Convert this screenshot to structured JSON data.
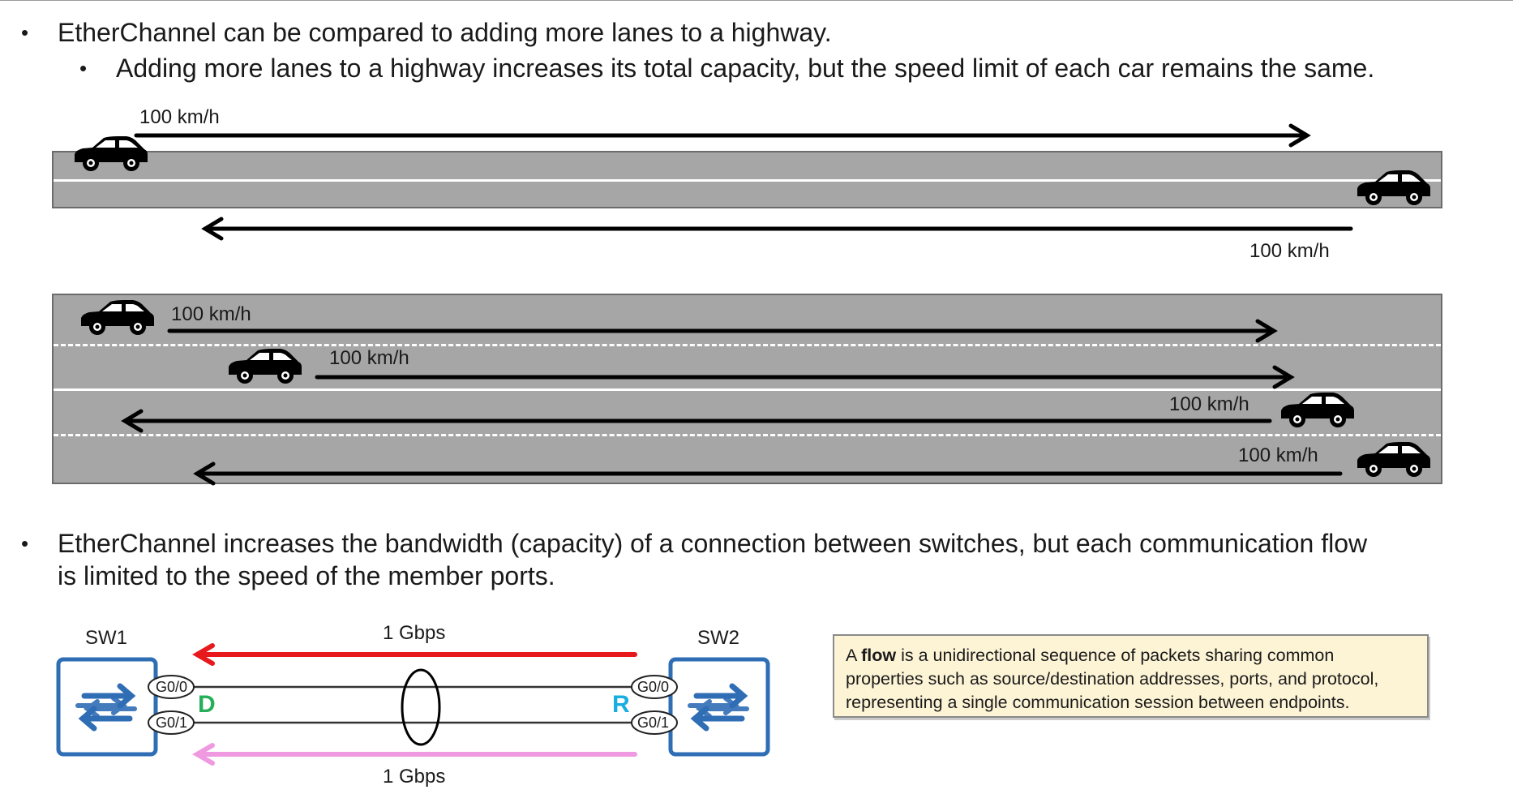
{
  "bullets": {
    "b1": "EtherChannel can be compared to adding more lanes to a highway.",
    "b1_sub": "Adding more lanes to a highway increases its total capacity, but the speed limit of each car remains the same.",
    "b2_line1": "EtherChannel increases the bandwidth (capacity) of a connection between switches, but each communication flow",
    "b2_line2": "is limited to the speed of the member ports."
  },
  "road1": {
    "speed_top": "100 km/h",
    "speed_bottom": "100 km/h"
  },
  "road2": {
    "lane1_speed": "100 km/h",
    "lane2_speed": "100 km/h",
    "lane3_speed": "100 km/h",
    "lane4_speed": "100 km/h"
  },
  "diagram": {
    "sw1_name": "SW1",
    "sw2_name": "SW2",
    "top_speed": "1 Gbps",
    "bottom_speed": "1 Gbps",
    "sw1_port_a": "G0/0",
    "sw1_port_b": "G0/1",
    "sw2_port_a": "G0/0",
    "sw2_port_b": "G0/1",
    "sw1_role": "D",
    "sw2_role": "R",
    "colors": {
      "top_arrow": "#e8191c",
      "bottom_arrow": "#ef9ae0",
      "switch_blue": "#2f6db5",
      "role_d": "#27ae5a",
      "role_r": "#19aee0"
    }
  },
  "note": {
    "term": "flow",
    "pre": "A ",
    "post": " is a unidirectional sequence of packets sharing common properties such as source/destination addresses, ports, and protocol, representing a single communication session between endpoints."
  },
  "icons": [
    "car-icon",
    "switch-icon",
    "arrow-icon",
    "bullet-icon"
  ]
}
